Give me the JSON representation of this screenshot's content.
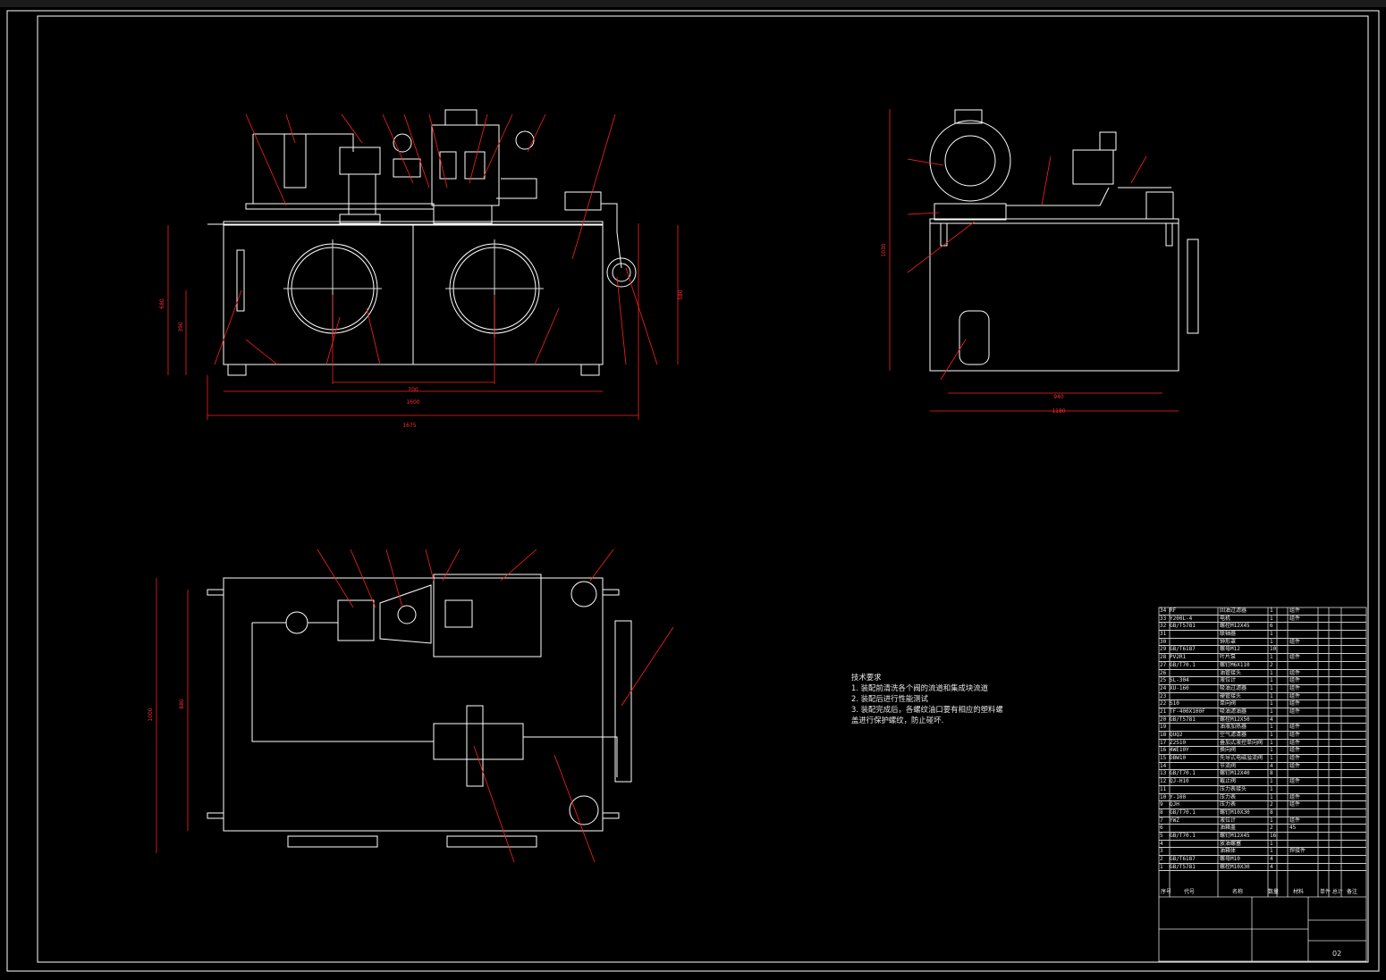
{
  "technical_requirements": {
    "title": "技术要求",
    "lines": [
      "1. 装配前清洗各个阀的流道和集成块流道",
      "2. 装配后进行性能测试",
      "3. 装配完成后，各螺纹油口要有相应的塑料螺",
      "盖进行保护螺纹，防止碰坏."
    ]
  },
  "bom": {
    "rows": [
      {
        "no": "34",
        "code": "RF",
        "name": "回油过滤器",
        "qty": "1",
        "mat": "组件"
      },
      {
        "no": "33",
        "code": "Y200L-4",
        "name": "电机",
        "qty": "1",
        "mat": "组件"
      },
      {
        "no": "32",
        "code": "GB/T5781",
        "name": "螺栓M12X45",
        "qty": "6",
        "mat": ""
      },
      {
        "no": "31",
        "code": "",
        "name": "联轴器",
        "qty": "1",
        "mat": ""
      },
      {
        "no": "30",
        "code": "",
        "name": "钟形罩",
        "qty": "1",
        "mat": "组件"
      },
      {
        "no": "29",
        "code": "GB/T6187",
        "name": "螺母M12",
        "qty": "10",
        "mat": ""
      },
      {
        "no": "28",
        "code": "PV2R1",
        "name": "叶片泵",
        "qty": "1",
        "mat": "组件"
      },
      {
        "no": "27",
        "code": "GB/T70.1",
        "name": "螺钉M6X110",
        "qty": "2",
        "mat": ""
      },
      {
        "no": "26",
        "code": "",
        "name": "油管接头",
        "qty": "1",
        "mat": "组件"
      },
      {
        "no": "25",
        "code": "SL-304",
        "name": "液位计",
        "qty": "1",
        "mat": "组件"
      },
      {
        "no": "24",
        "code": "XU-160",
        "name": "吸油过滤器",
        "qty": "1",
        "mat": "组件"
      },
      {
        "no": "23",
        "code": "",
        "name": "硬管接头",
        "qty": "1",
        "mat": "组件"
      },
      {
        "no": "22",
        "code": "S10",
        "name": "单向阀",
        "qty": "1",
        "mat": "组件"
      },
      {
        "no": "21",
        "code": "TF-400X100F",
        "name": "吸油滤油器",
        "qty": "1",
        "mat": "组件"
      },
      {
        "no": "20",
        "code": "GB/T5781",
        "name": "螺栓M12X50",
        "qty": "4",
        "mat": ""
      },
      {
        "no": "19",
        "code": "",
        "name": "油液加热器",
        "qty": "1",
        "mat": "组件"
      },
      {
        "no": "18",
        "code": "QUQ2",
        "name": "空气滤清器",
        "qty": "1",
        "mat": "组件"
      },
      {
        "no": "17",
        "code": "Z2S10",
        "name": "叠加式液控单向阀",
        "qty": "1",
        "mat": "组件"
      },
      {
        "no": "16",
        "code": "4WE10Y",
        "name": "换向阀",
        "qty": "1",
        "mat": "组件"
      },
      {
        "no": "15",
        "code": "DBW10",
        "name": "先导式电磁溢流阀",
        "qty": "1",
        "mat": "组件"
      },
      {
        "no": "14",
        "code": "",
        "name": "节流阀",
        "qty": "4",
        "mat": "组件"
      },
      {
        "no": "13",
        "code": "GB/T70.1",
        "name": "螺钉M12X40",
        "qty": "8",
        "mat": ""
      },
      {
        "no": "12",
        "code": "QJ-H10",
        "name": "截止阀",
        "qty": "1",
        "mat": "组件"
      },
      {
        "no": "11",
        "code": "",
        "name": "压力表接头",
        "qty": "1",
        "mat": ""
      },
      {
        "no": "10",
        "code": "Y-100",
        "name": "压力表",
        "qty": "1",
        "mat": "组件"
      },
      {
        "no": "9",
        "code": "QJH",
        "name": "压力表",
        "qty": "2",
        "mat": "组件"
      },
      {
        "no": "8",
        "code": "GB/T70.1",
        "name": "螺钉M10X30",
        "qty": "8",
        "mat": ""
      },
      {
        "no": "7",
        "code": "YWZ",
        "name": "液位计",
        "qty": "1",
        "mat": "组件"
      },
      {
        "no": "6",
        "code": "",
        "name": "油箱盖",
        "qty": "2",
        "mat": "45"
      },
      {
        "no": "5",
        "code": "GB/T70.1",
        "name": "螺钉M12X45",
        "qty": "16",
        "mat": ""
      },
      {
        "no": "4",
        "code": "",
        "name": "放油螺塞",
        "qty": "1",
        "mat": ""
      },
      {
        "no": "3",
        "code": "",
        "name": "油箱体",
        "qty": "1",
        "mat": "焊接件"
      },
      {
        "no": "2",
        "code": "GB/T6187",
        "name": "螺母M10",
        "qty": "4",
        "mat": ""
      },
      {
        "no": "1",
        "code": "GB/T5781",
        "name": "螺栓M10X30",
        "qty": "4",
        "mat": ""
      }
    ],
    "header": {
      "no": "序号",
      "code": "代号",
      "name": "名称",
      "qty": "数量",
      "mat": "材料",
      "weight": "单件 总计",
      "note": "备注"
    }
  },
  "title_block": {
    "sheet_no": "02"
  },
  "dimensions": {
    "front_width_inner": "1600",
    "front_width_outer": "1675",
    "front_width_mid": "700",
    "front_height": "680",
    "front_height_inner": "390",
    "front_height_right": "580",
    "side_width_inner": "940",
    "side_width_outer": "1180",
    "side_height": "1030",
    "top_depth": "1000",
    "top_depth_inner": "880"
  },
  "colors": {
    "line": "#ffffff",
    "leader": "#ff2020",
    "dim": "#ff2020",
    "frame": "#ffffff"
  }
}
